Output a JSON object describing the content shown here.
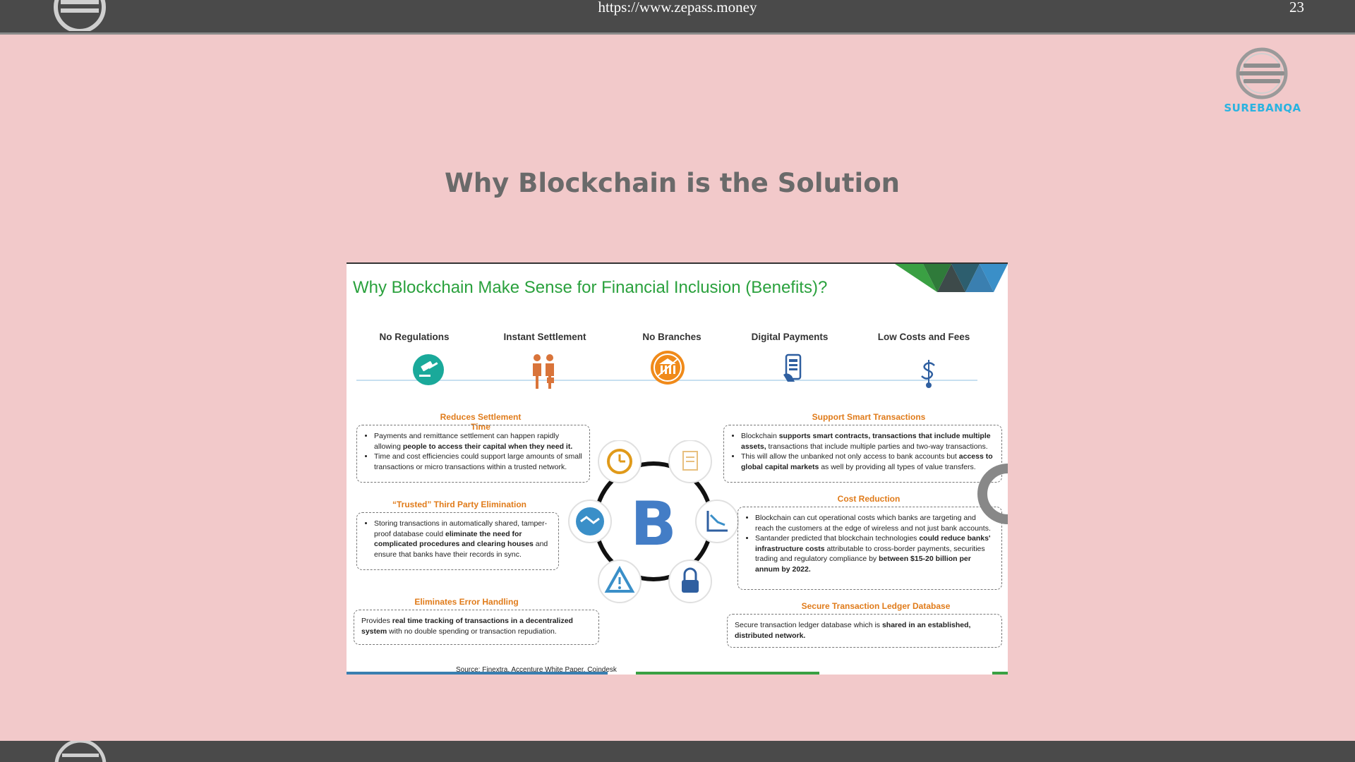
{
  "header": {
    "url": "https://www.zepass.money",
    "page_number": "23"
  },
  "brand": {
    "name": "SUREBANQA"
  },
  "slide": {
    "title": "Why Blockchain is the Solution"
  },
  "figure": {
    "title": "Why Blockchain Make Sense for Financial Inclusion (Benefits)?",
    "benefits": [
      "No Regulations",
      "Instant Settlement",
      "No Branches",
      "Digital Payments",
      "Low Costs and Fees"
    ],
    "center_letter": "B",
    "sections": {
      "settlement": {
        "heading": "Reduces Settlement Time",
        "b1_a": "Payments and remittance settlement can happen rapidly allowing ",
        "b1_b": "people to access their capital when they need it.",
        "b2": "Time and cost efficiencies could support large amounts of small transactions or micro transactions within a trusted network."
      },
      "third_party": {
        "heading": "“Trusted” Third Party Elimination",
        "a": "Storing transactions in automatically shared, tamper-proof database could ",
        "b": "eliminate the need for complicated procedures and clearing houses",
        "c": " and ensure that banks have their records in sync."
      },
      "error": {
        "heading": "Eliminates Error Handling",
        "a": "Provides ",
        "b": "real time tracking of transactions in a  decentralized system",
        "c": " with no double spending or transaction repudiation."
      },
      "smart": {
        "heading": "Support Smart Transactions",
        "b1_a": "Blockchain ",
        "b1_b": "supports smart contracts, transactions that include multiple assets,",
        "b1_c": " transactions that include multiple parties and two-way transactions.",
        "b2_a": "This will allow the unbanked not only access to bank accounts but ",
        "b2_b": "access to global capital markets",
        "b2_c": " as well by providing all types of value transfers."
      },
      "cost": {
        "heading": "Cost Reduction",
        "b1": "Blockchain can cut operational costs which banks are targeting and reach the customers at the edge of wireless and not just bank accounts.",
        "b2_a": "Santander predicted that blockchain technologies ",
        "b2_b": "could reduce banks' infrastructure costs",
        "b2_c": " attributable to cross-border payments, securities trading and regulatory compliance by ",
        "b2_d": "between $15-20 billion per annum by 2022."
      },
      "ledger": {
        "heading": "Secure Transaction Ledger Database",
        "a": "Secure transaction ledger database which is ",
        "b": "shared in an established, distributed network."
      }
    },
    "source": "Source: Finextra, Accenture White Paper, Coindesk"
  },
  "colors": {
    "background": "#f2c9ca",
    "bar": "#4a4a4a",
    "title": "#6a6a6a",
    "figure_title": "#2aa13d",
    "heading": "#e07b1a",
    "brand": "#2ab3e0"
  }
}
